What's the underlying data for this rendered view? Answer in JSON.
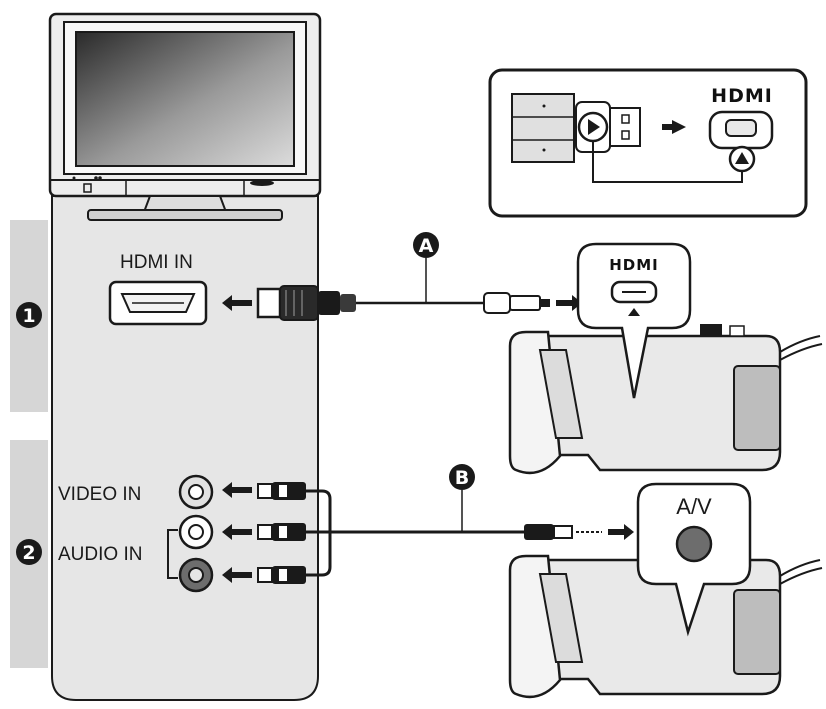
{
  "colors": {
    "tv_panel": "#e6e6e6",
    "step_band": "#d6d6d6",
    "outline": "#1a1a1a",
    "camera_body": "#e9e9e9",
    "camera_dark": "#bdbdbd",
    "port_fill": "#6d6d6d"
  },
  "steps": [
    {
      "number": "1",
      "label": "HDMI IN"
    },
    {
      "number": "2"
    }
  ],
  "tv_inputs": {
    "video": "VIDEO IN",
    "audio": "AUDIO IN"
  },
  "cables": [
    {
      "marker": "A"
    },
    {
      "marker": "B"
    }
  ],
  "camera_ports": {
    "hdmi_logo": "HDMI",
    "av_label": "A/V"
  },
  "inset": {
    "hdmi_logo": "HDMI"
  },
  "icons": [
    "tv-icon",
    "hdmi-port-icon",
    "rca-jack-icon",
    "arrow-left-icon",
    "arrow-right-icon",
    "camcorder-icon",
    "hdmi-plug-icon",
    "av-plug-icon"
  ]
}
